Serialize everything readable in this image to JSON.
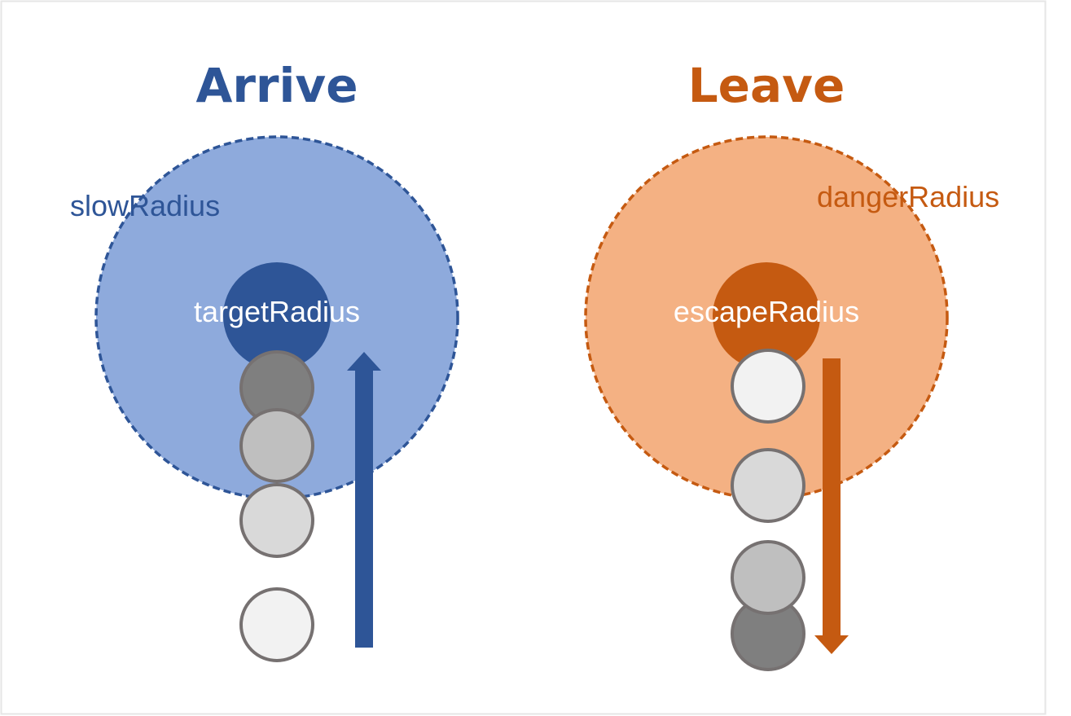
{
  "arrive": {
    "title": "Arrive",
    "outer_label": "slowRadius",
    "inner_label": "targetRadius"
  },
  "leave": {
    "title": "Leave",
    "outer_label": "dangerRadius",
    "inner_label": "escapeRadius"
  },
  "colors": {
    "arrive_dark": "#2e5597",
    "arrive_light": "#8eaadc",
    "leave_dark": "#c55a11",
    "leave_light": "#f4b183",
    "agent_stroke": "#767171"
  }
}
